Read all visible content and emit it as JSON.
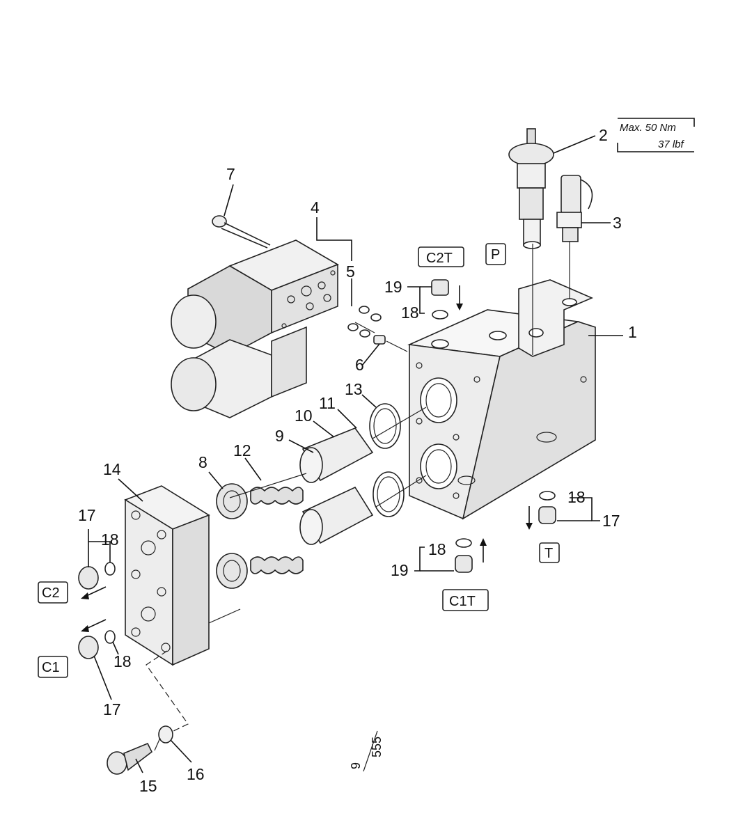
{
  "part_numbers": {
    "p1": "1",
    "p2": "2",
    "p3": "3",
    "p4": "4",
    "p5": "5",
    "p6": "6",
    "p7": "7",
    "p8": "8",
    "p9": "9",
    "p10": "10",
    "p11": "11",
    "p12": "12",
    "p13": "13",
    "p14": "14",
    "p15": "15",
    "p16": "16",
    "p17a": "17",
    "p17b": "17",
    "p17c": "17",
    "p18a": "18",
    "p18b": "18",
    "p18c": "18",
    "p18d": "18",
    "p18e": "18",
    "p19a": "19",
    "p19b": "19"
  },
  "port_labels": {
    "c2t": "C2T",
    "p": "P",
    "t": "T",
    "c1t": "C1T",
    "c2": "C2",
    "c1": "C1"
  },
  "torque_note": {
    "line1": "Max. 50 Nm",
    "line2": "37 lbf"
  },
  "page_ref": {
    "numerator": "9",
    "denominator": "555"
  },
  "colors": {
    "line": "#111111",
    "part_face_light": "#f7f7f7",
    "part_face_mid": "#e4e4e4",
    "part_face_dark": "#c9c9c9"
  }
}
